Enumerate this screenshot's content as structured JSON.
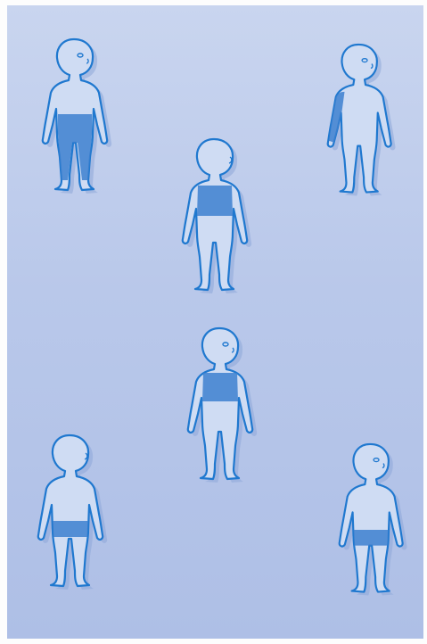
{
  "scene": {
    "kind": "photo",
    "background_color": "#bccaea",
    "outline_color": "#1f78cf",
    "figure_fill": "#cfdcf3",
    "shadow_color": "#8ea7d9",
    "shade_color": "#3d80cf"
  },
  "figures": [
    {
      "id": "figure-1",
      "facing": "front-right",
      "shaded_region": "legs"
    },
    {
      "id": "figure-2",
      "facing": "side",
      "shaded_region": "arm"
    },
    {
      "id": "figure-3",
      "facing": "back",
      "shaded_region": "upper-back"
    },
    {
      "id": "figure-4",
      "facing": "front-right",
      "shaded_region": "chest"
    },
    {
      "id": "figure-5",
      "facing": "back",
      "shaded_region": "buttocks"
    },
    {
      "id": "figure-6",
      "facing": "front-right",
      "shaded_region": "pelvis"
    }
  ]
}
